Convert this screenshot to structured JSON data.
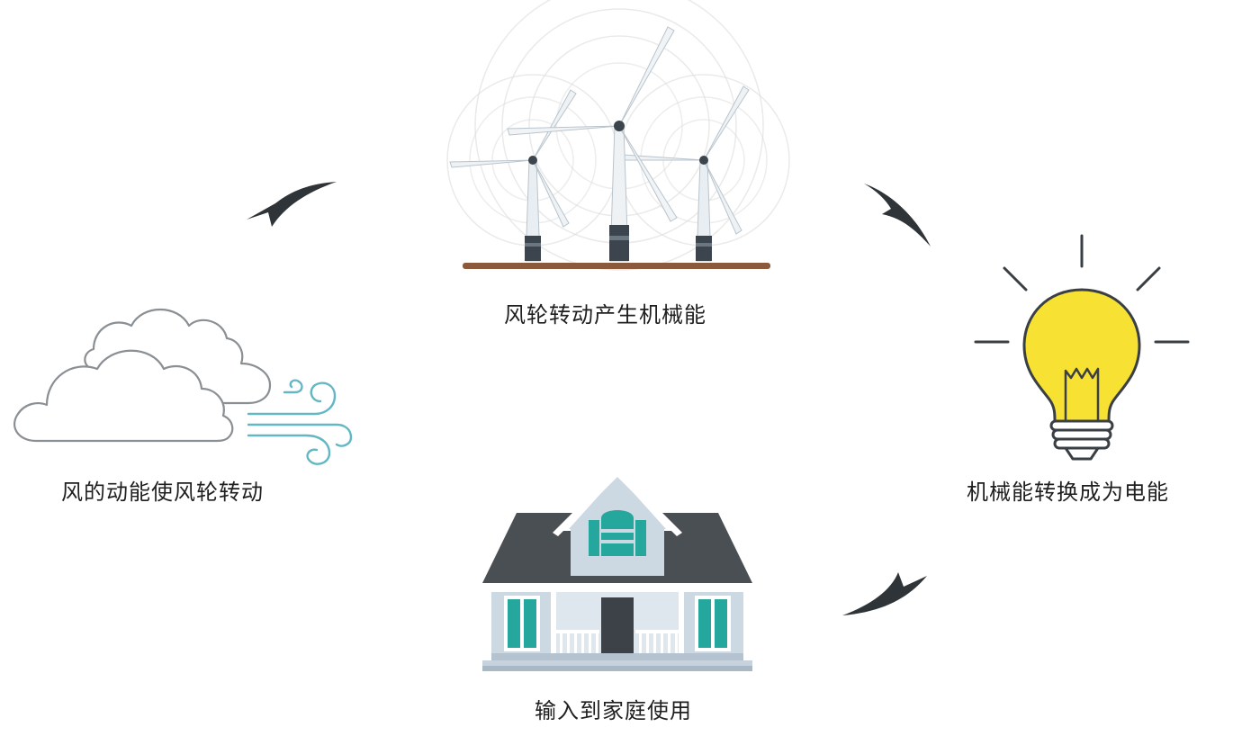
{
  "steps": {
    "turbine": "风轮转动产生机械能",
    "wind": "风的动能使风轮转动",
    "electricity": "机械能转换成为电能",
    "home": "输入到家庭使用"
  },
  "colors": {
    "arrow": "#2f3438",
    "bulb": "#f7e133",
    "house_roof": "#4a4f54",
    "house_wall": "#ccd8e2",
    "window": "#26a79d",
    "ground": "#8b5a3c"
  },
  "icons": [
    "wind-turbines-icon",
    "cloud-wind-icon",
    "light-bulb-icon",
    "house-icon"
  ]
}
